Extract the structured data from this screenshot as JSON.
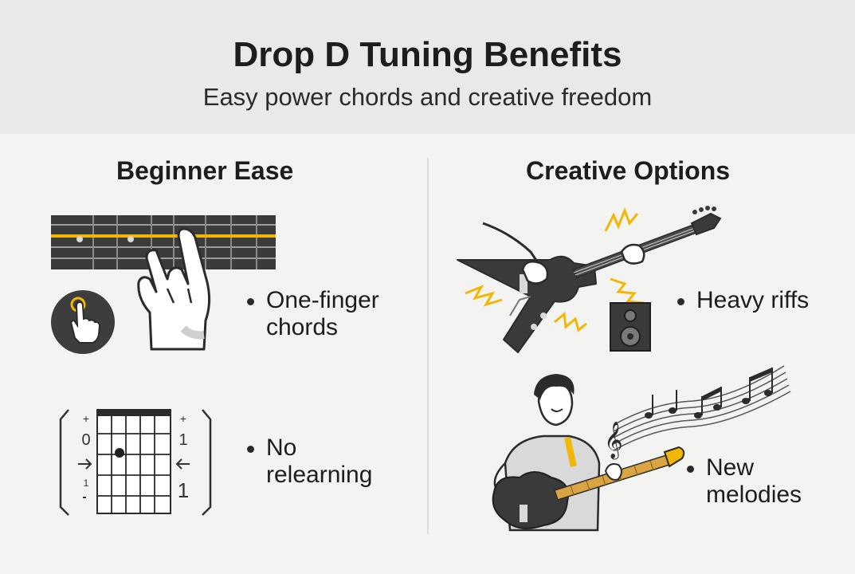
{
  "header": {
    "title": "Drop D Tuning Benefits",
    "subtitle": "Easy power chords and creative freedom"
  },
  "left": {
    "heading": "Beginner Ease",
    "bullet1": [
      "One-finger",
      "chords"
    ],
    "bullet2": [
      "No",
      "relearning"
    ],
    "chord_marks": {
      "left_top": "+",
      "left_mid": "0",
      "left_low": "1",
      "right_top": "+",
      "right_mid": "1",
      "right_low": "1"
    }
  },
  "right": {
    "heading": "Creative Options",
    "bullet1": [
      "Heavy riffs"
    ],
    "bullet2": [
      "New",
      "melodies"
    ]
  },
  "colors": {
    "accent": "#f2b705",
    "dark": "#3a3a3a",
    "header_bg": "#e9e9e8",
    "page_bg": "#f3f3f2"
  }
}
